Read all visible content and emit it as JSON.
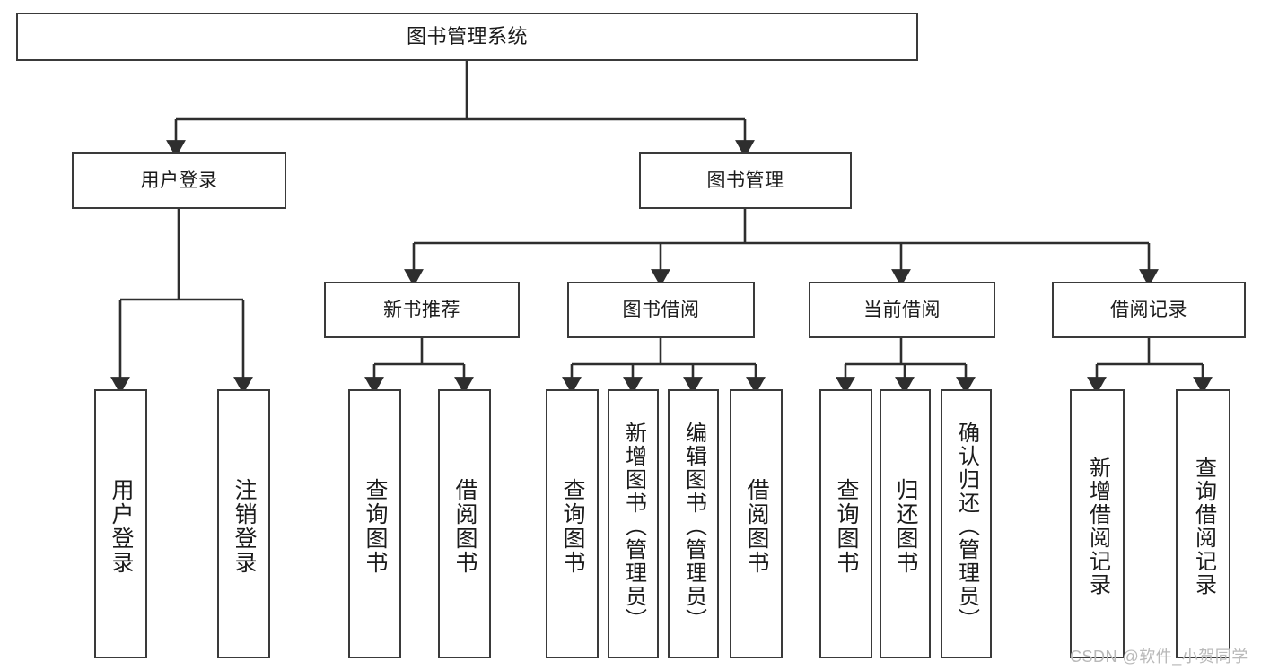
{
  "diagram": {
    "title": "图书管理系统",
    "type": "tree-hierarchy",
    "orientation": "top-down",
    "colors": {
      "node_border": "#3a3a3a",
      "node_fill": "#ffffff",
      "edge": "#2e2e2e",
      "text": "#1b1b1b",
      "watermark": "#b9b9b9",
      "background": "#ffffff"
    }
  },
  "nodes": {
    "root": {
      "label": "图书管理系统"
    },
    "level2": [
      {
        "id": "user-login",
        "label": "用户登录"
      },
      {
        "id": "book-manage",
        "label": "图书管理"
      }
    ],
    "level3": [
      {
        "id": "new-book-recommend",
        "label": "新书推荐"
      },
      {
        "id": "book-borrow",
        "label": "图书借阅"
      },
      {
        "id": "current-borrow",
        "label": "当前借阅"
      },
      {
        "id": "borrow-record",
        "label": "借阅记录"
      }
    ],
    "leaves": {
      "user_login": [
        {
          "id": "leaf-user-login",
          "label": "用户登录"
        },
        {
          "id": "leaf-logout-login",
          "label": "注销登录"
        }
      ],
      "new_book_recommend": [
        {
          "id": "leaf-query-book-1",
          "label": "查询图书"
        },
        {
          "id": "leaf-borrow-book-1",
          "label": "借阅图书"
        }
      ],
      "book_borrow": [
        {
          "id": "leaf-query-book-2",
          "label": "查询图书"
        },
        {
          "id": "leaf-add-book-admin",
          "label": "新增图书（管理员）"
        },
        {
          "id": "leaf-edit-book-admin",
          "label": "编辑图书（管理员）"
        },
        {
          "id": "leaf-borrow-book-2",
          "label": "借阅图书"
        }
      ],
      "current_borrow": [
        {
          "id": "leaf-query-book-3",
          "label": "查询图书"
        },
        {
          "id": "leaf-return-book",
          "label": "归还图书"
        },
        {
          "id": "leaf-confirm-return-admin",
          "label": "确认归还（管理员）"
        }
      ],
      "borrow_record": [
        {
          "id": "leaf-add-borrow-record",
          "label": "新增借阅记录"
        },
        {
          "id": "leaf-query-borrow-record",
          "label": "查询借阅记录"
        }
      ]
    }
  },
  "watermark": {
    "text": "CSDN @软件_小贺同学"
  }
}
